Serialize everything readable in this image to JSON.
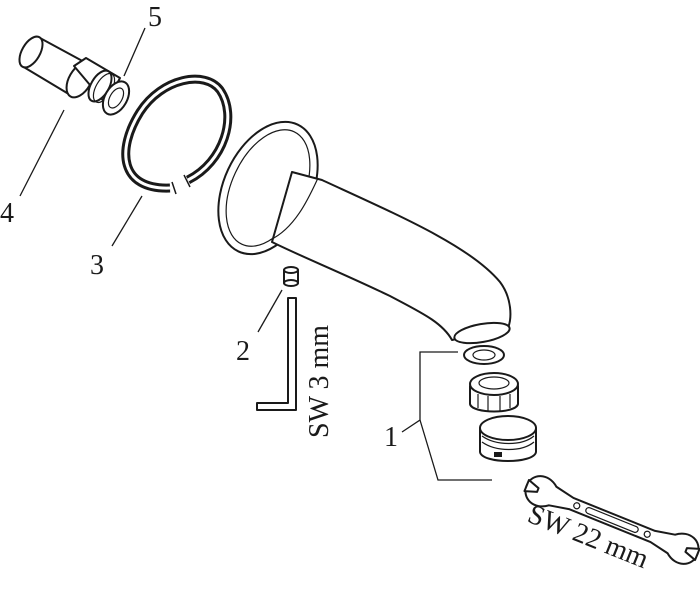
{
  "diagram": {
    "callouts": {
      "c1": "1",
      "c2": "2",
      "c3": "3",
      "c4": "4",
      "c5": "5"
    },
    "tool_labels": {
      "hex_key": "SW 3 mm",
      "wrench": "SW 22 mm"
    }
  }
}
